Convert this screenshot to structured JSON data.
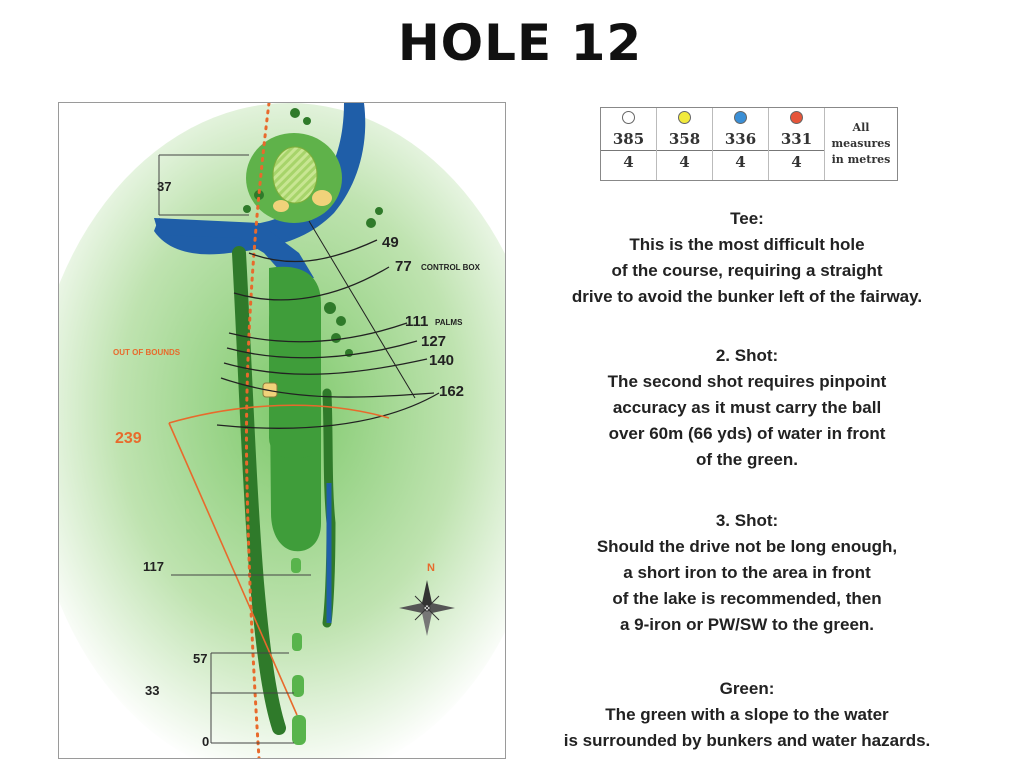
{
  "title": "HOLE 12",
  "tee_table": {
    "tees": [
      {
        "color": "#ffffff",
        "length": "385",
        "par": "4"
      },
      {
        "color": "#f2ea3c",
        "length": "358",
        "par": "4"
      },
      {
        "color": "#3a8fd6",
        "length": "336",
        "par": "4"
      },
      {
        "color": "#e6553a",
        "length": "331",
        "par": "4"
      }
    ],
    "note_line1": "All",
    "note_line2": "measures",
    "note_line3": "in metres"
  },
  "sections": [
    {
      "heading": "Tee:",
      "lines": [
        "This is the most difficult hole",
        "of the course, requiring a straight",
        "drive to avoid the bunker left of the fairway."
      ]
    },
    {
      "heading": "2. Shot:",
      "lines": [
        "The second shot requires pinpoint",
        "accuracy as it must carry the ball",
        "over 60m (66 yds) of water in front",
        "of the green."
      ]
    },
    {
      "heading": "3. Shot:",
      "lines": [
        "Should the drive not be long enough,",
        "a short iron to the area in front",
        "of the lake is recommended, then",
        "a 9-iron or PW/SW to the green."
      ]
    },
    {
      "heading": "Green:",
      "lines": [
        "The green with a slope to the water",
        "is surrounded by bunkers and water hazards."
      ]
    }
  ],
  "map": {
    "distances_left": {
      "d37": "37",
      "d117": "117",
      "d57": "57",
      "d33": "33",
      "d0": "0"
    },
    "distances_right": {
      "d49": "49",
      "d77": "77",
      "d111": "111",
      "d127": "127",
      "d140": "140",
      "d162": "162"
    },
    "control_box": "CONTROL BOX",
    "palms": "PALMS",
    "out_of_bounds": "OUT OF BOUNDS",
    "oob_distance": "239",
    "colors": {
      "fairway": "#3f9d3a",
      "rough": "#bfe3b0",
      "water": "#1f5ea8",
      "bunker": "#f1d27a",
      "oob": "#e86a2c",
      "trees": "#2f7a2a"
    }
  }
}
